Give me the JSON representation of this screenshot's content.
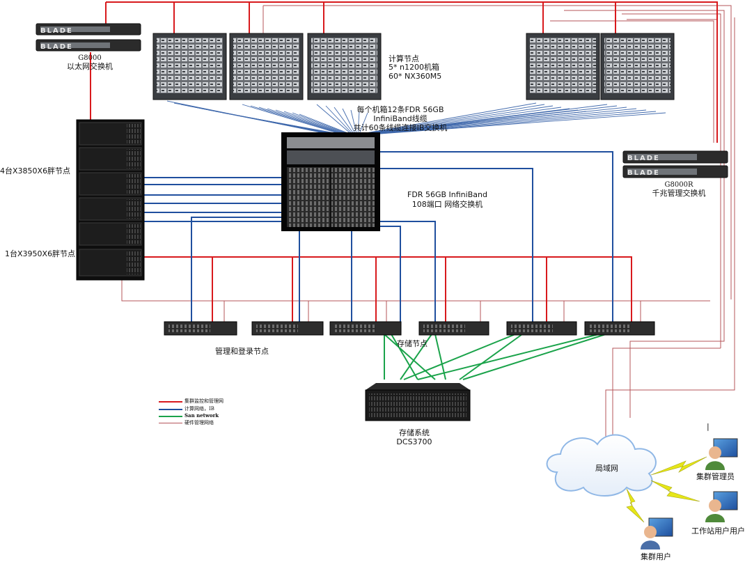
{
  "colors": {
    "mgmt_red": "#d8191c",
    "ib_blue": "#1f4f9e",
    "san_green": "#1aa34a",
    "hw_mgmt": "#b5555a",
    "cloud_outline": "#8fb7e6",
    "lightning": "#e6e619"
  },
  "ethernet_switch": {
    "model": "G8000",
    "caption": "以太网交换机",
    "brand": "BLADE"
  },
  "gigabit_switch": {
    "model": "G8000R",
    "caption": "千兆管理交换机",
    "brand": "BLADE"
  },
  "compute": {
    "title": "计算节点",
    "line1": "5* n1200机箱",
    "line2": "60*  NX360M5",
    "count": 5
  },
  "ib_cabling": {
    "line1": "每个机箱12条FDR 56GB",
    "line2": "InfiniBand线缆",
    "line3": "共计60条线缆连接IB交换机"
  },
  "ib_switch": {
    "line1": "FDR 56GB  InfiniBand",
    "line2": "108端口 网络交换机"
  },
  "fat_nodes": {
    "x3850_label": "4台X3850X6胖节点",
    "x3950_label": "1台X3950X6胖节点"
  },
  "mgmt_login_label": "管理和登录节点",
  "storage_nodes_label": "存储节点",
  "storage_system": {
    "line1": "存储系统",
    "line2": "DCS3700"
  },
  "lan": {
    "label": "局域网"
  },
  "users": [
    {
      "label": "集群管理员"
    },
    {
      "label": "工作站用户用户"
    },
    {
      "label": "集群用户"
    }
  ],
  "legend": [
    {
      "label": "集群监控和管理网",
      "color": "#d8191c"
    },
    {
      "label": "计算网络，IB",
      "color": "#1f4f9e"
    },
    {
      "label": "San network",
      "color": "#1aa34a"
    },
    {
      "label": "硬件管理网络",
      "color": "#b5555a"
    }
  ],
  "other_marks": {
    "tick": "|"
  }
}
